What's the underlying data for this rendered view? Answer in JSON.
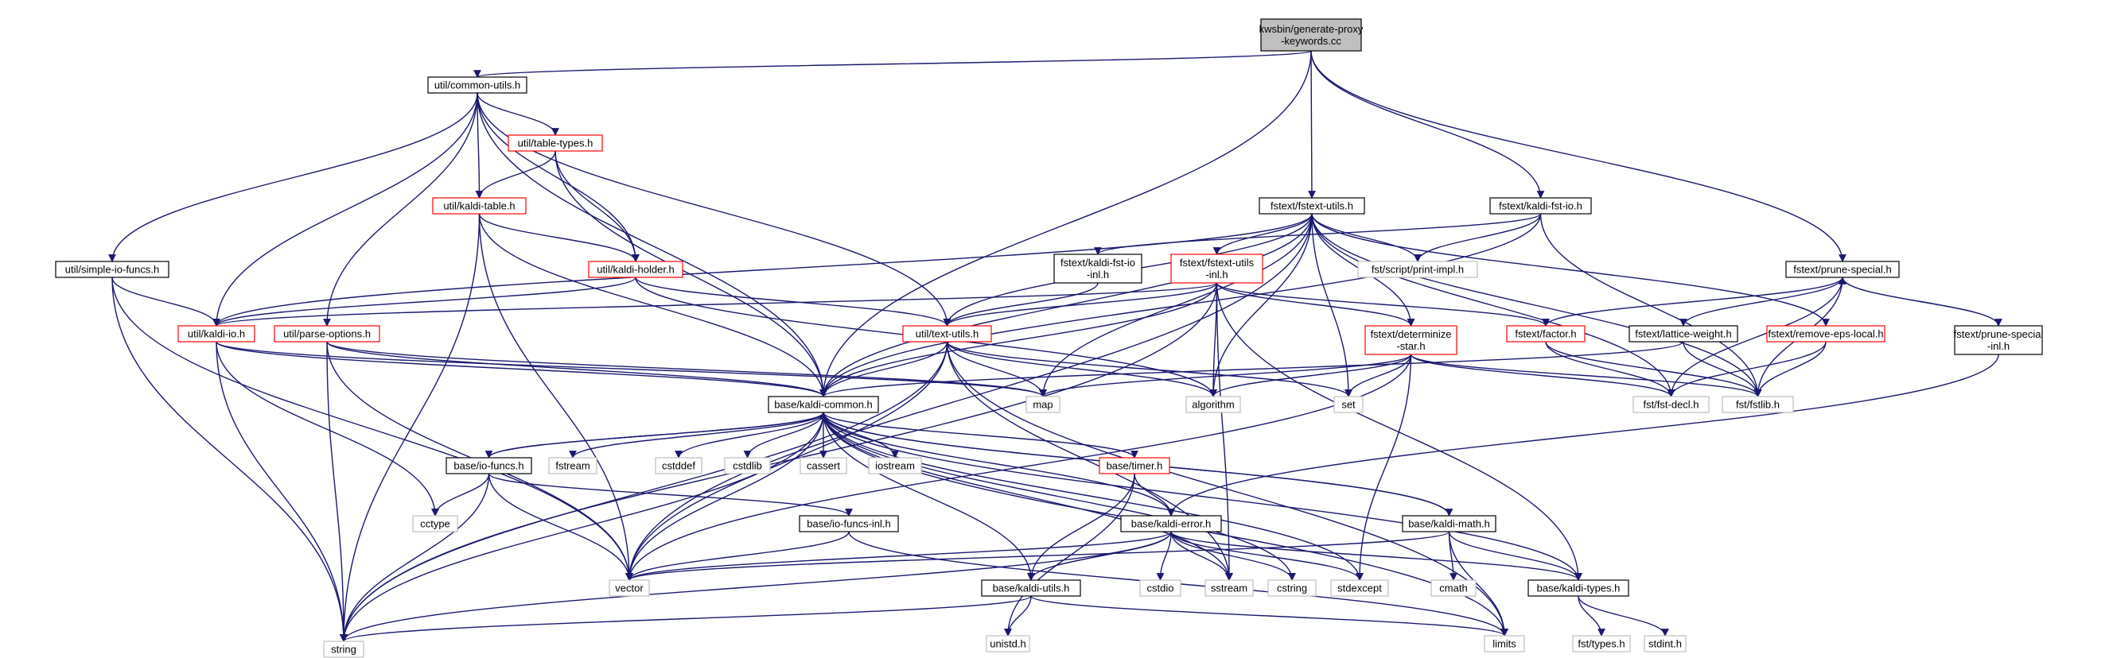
{
  "colors": {
    "edge": "#191970",
    "normal_border": "#000000",
    "red_border": "#ff0000",
    "external_border": "#bfbfbf",
    "root_fill": "#bfbfbf"
  },
  "nodes": {
    "root": {
      "lines": [
        "kwsbin/generate-proxy",
        "-keywords.cc"
      ],
      "kind": "root"
    },
    "common_utils": {
      "lines": [
        "util/common-utils.h"
      ],
      "kind": "normal"
    },
    "table_types": {
      "lines": [
        "util/table-types.h"
      ],
      "kind": "red"
    },
    "kaldi_table": {
      "lines": [
        "util/kaldi-table.h"
      ],
      "kind": "red"
    },
    "simple_io_funcs": {
      "lines": [
        "util/simple-io-funcs.h"
      ],
      "kind": "normal"
    },
    "kaldi_holder": {
      "lines": [
        "util/kaldi-holder.h"
      ],
      "kind": "red"
    },
    "kaldi_io": {
      "lines": [
        "util/kaldi-io.h"
      ],
      "kind": "red"
    },
    "parse_options": {
      "lines": [
        "util/parse-options.h"
      ],
      "kind": "red"
    },
    "text_utils": {
      "lines": [
        "util/text-utils.h"
      ],
      "kind": "red"
    },
    "fstext_utils": {
      "lines": [
        "fstext/fstext-utils.h"
      ],
      "kind": "normal"
    },
    "kaldi_fst_io": {
      "lines": [
        "fstext/kaldi-fst-io.h"
      ],
      "kind": "normal"
    },
    "kaldi_fst_io_inl": {
      "lines": [
        "fstext/kaldi-fst-io",
        "-inl.h"
      ],
      "kind": "normal"
    },
    "fstext_utils_inl": {
      "lines": [
        "fstext/fstext-utils",
        "-inl.h"
      ],
      "kind": "red"
    },
    "print_impl": {
      "lines": [
        "fst/script/print-impl.h"
      ],
      "kind": "external"
    },
    "prune_special": {
      "lines": [
        "fstext/prune-special.h"
      ],
      "kind": "normal"
    },
    "prune_special_inl": {
      "lines": [
        "fstext/prune-special",
        "-inl.h"
      ],
      "kind": "normal"
    },
    "determinize_star": {
      "lines": [
        "fstext/determinize",
        "-star.h"
      ],
      "kind": "red"
    },
    "factor": {
      "lines": [
        "fstext/factor.h"
      ],
      "kind": "red"
    },
    "lattice_weight": {
      "lines": [
        "fstext/lattice-weight.h"
      ],
      "kind": "normal"
    },
    "remove_eps_local": {
      "lines": [
        "fstext/remove-eps-local.h"
      ],
      "kind": "red"
    },
    "fst_decl": {
      "lines": [
        "fst/fst-decl.h"
      ],
      "kind": "external"
    },
    "fstlib": {
      "lines": [
        "fst/fstlib.h"
      ],
      "kind": "external"
    },
    "map": {
      "lines": [
        "map"
      ],
      "kind": "external"
    },
    "algorithm": {
      "lines": [
        "algorithm"
      ],
      "kind": "external"
    },
    "set": {
      "lines": [
        "set"
      ],
      "kind": "external"
    },
    "kaldi_common": {
      "lines": [
        "base/kaldi-common.h"
      ],
      "kind": "normal"
    },
    "io_funcs": {
      "lines": [
        "base/io-funcs.h"
      ],
      "kind": "normal"
    },
    "fstream": {
      "lines": [
        "fstream"
      ],
      "kind": "external"
    },
    "cstddef": {
      "lines": [
        "cstddef"
      ],
      "kind": "external"
    },
    "cstdlib": {
      "lines": [
        "cstdlib"
      ],
      "kind": "external"
    },
    "cassert": {
      "lines": [
        "cassert"
      ],
      "kind": "external"
    },
    "iostream": {
      "lines": [
        "iostream"
      ],
      "kind": "external"
    },
    "timer": {
      "lines": [
        "base/timer.h"
      ],
      "kind": "red"
    },
    "cctype": {
      "lines": [
        "cctype"
      ],
      "kind": "external"
    },
    "io_funcs_inl": {
      "lines": [
        "base/io-funcs-inl.h"
      ],
      "kind": "normal"
    },
    "kaldi_error": {
      "lines": [
        "base/kaldi-error.h"
      ],
      "kind": "normal"
    },
    "kaldi_math": {
      "lines": [
        "base/kaldi-math.h"
      ],
      "kind": "normal"
    },
    "vector": {
      "lines": [
        "vector"
      ],
      "kind": "external"
    },
    "kaldi_utils": {
      "lines": [
        "base/kaldi-utils.h"
      ],
      "kind": "normal"
    },
    "cstdio": {
      "lines": [
        "cstdio"
      ],
      "kind": "external"
    },
    "sstream": {
      "lines": [
        "sstream"
      ],
      "kind": "external"
    },
    "cstring": {
      "lines": [
        "cstring"
      ],
      "kind": "external"
    },
    "stdexcept": {
      "lines": [
        "stdexcept"
      ],
      "kind": "external"
    },
    "cmath": {
      "lines": [
        "cmath"
      ],
      "kind": "external"
    },
    "kaldi_types": {
      "lines": [
        "base/kaldi-types.h"
      ],
      "kind": "normal"
    },
    "string": {
      "lines": [
        "string"
      ],
      "kind": "external"
    },
    "unistd": {
      "lines": [
        "unistd.h"
      ],
      "kind": "external"
    },
    "limits": {
      "lines": [
        "limits"
      ],
      "kind": "external"
    },
    "fst_types": {
      "lines": [
        "fst/types.h"
      ],
      "kind": "external"
    },
    "stdint": {
      "lines": [
        "stdint.h"
      ],
      "kind": "external"
    }
  },
  "edges": [
    [
      "root",
      "common_utils"
    ],
    [
      "root",
      "kaldi_common"
    ],
    [
      "root",
      "fstext_utils"
    ],
    [
      "root",
      "kaldi_fst_io"
    ],
    [
      "root",
      "prune_special"
    ],
    [
      "common_utils",
      "simple_io_funcs"
    ],
    [
      "common_utils",
      "kaldi_io"
    ],
    [
      "common_utils",
      "parse_options"
    ],
    [
      "common_utils",
      "table_types"
    ],
    [
      "common_utils",
      "kaldi_table"
    ],
    [
      "common_utils",
      "kaldi_holder"
    ],
    [
      "common_utils",
      "text_utils"
    ],
    [
      "common_utils",
      "kaldi_common"
    ],
    [
      "table_types",
      "kaldi_table"
    ],
    [
      "table_types",
      "kaldi_holder"
    ],
    [
      "table_types",
      "kaldi_common"
    ],
    [
      "kaldi_table",
      "kaldi_holder"
    ],
    [
      "kaldi_table",
      "kaldi_common"
    ],
    [
      "kaldi_table",
      "string"
    ],
    [
      "kaldi_table",
      "vector"
    ],
    [
      "simple_io_funcs",
      "kaldi_io"
    ],
    [
      "simple_io_funcs",
      "string"
    ],
    [
      "simple_io_funcs",
      "vector"
    ],
    [
      "kaldi_holder",
      "kaldi_io"
    ],
    [
      "kaldi_holder",
      "text_utils"
    ],
    [
      "kaldi_holder",
      "algorithm"
    ],
    [
      "kaldi_io",
      "kaldi_common"
    ],
    [
      "kaldi_io",
      "map"
    ],
    [
      "kaldi_io",
      "string"
    ],
    [
      "kaldi_io",
      "cctype"
    ],
    [
      "parse_options",
      "kaldi_common"
    ],
    [
      "parse_options",
      "map"
    ],
    [
      "parse_options",
      "string"
    ],
    [
      "parse_options",
      "vector"
    ],
    [
      "text_utils",
      "kaldi_common"
    ],
    [
      "text_utils",
      "map"
    ],
    [
      "text_utils",
      "set"
    ],
    [
      "text_utils",
      "algorithm"
    ],
    [
      "text_utils",
      "string"
    ],
    [
      "text_utils",
      "vector"
    ],
    [
      "text_utils",
      "sstream"
    ],
    [
      "text_utils",
      "limits"
    ],
    [
      "fstext_utils",
      "kaldi_common"
    ],
    [
      "fstext_utils",
      "text_utils"
    ],
    [
      "fstext_utils",
      "fstext_utils_inl"
    ],
    [
      "fstext_utils",
      "determinize_star"
    ],
    [
      "fstext_utils",
      "remove_eps_local"
    ],
    [
      "fstext_utils",
      "print_impl"
    ],
    [
      "fstext_utils",
      "fst_decl"
    ],
    [
      "fstext_utils",
      "fstlib"
    ],
    [
      "fstext_utils",
      "map"
    ],
    [
      "fstext_utils",
      "set"
    ],
    [
      "fstext_utils",
      "algorithm"
    ],
    [
      "fstext_utils",
      "vector"
    ],
    [
      "fstext_utils",
      "kaldi_io"
    ],
    [
      "kaldi_fst_io",
      "kaldi_fst_io_inl"
    ],
    [
      "kaldi_fst_io",
      "print_impl"
    ],
    [
      "kaldi_fst_io",
      "fstlib"
    ],
    [
      "kaldi_fst_io",
      "kaldi_common"
    ],
    [
      "kaldi_fst_io_inl",
      "text_utils"
    ],
    [
      "fstext_utils_inl",
      "kaldi_common"
    ],
    [
      "fstext_utils_inl",
      "text_utils"
    ],
    [
      "fstext_utils_inl",
      "determinize_star"
    ],
    [
      "fstext_utils_inl",
      "factor"
    ],
    [
      "fstext_utils_inl",
      "kaldi_io"
    ],
    [
      "fstext_utils_inl",
      "algorithm"
    ],
    [
      "fstext_utils_inl",
      "string"
    ],
    [
      "fstext_utils_inl",
      "sstream"
    ],
    [
      "fstext_utils_inl",
      "kaldi_types"
    ],
    [
      "prune_special",
      "factor"
    ],
    [
      "prune_special",
      "lattice_weight"
    ],
    [
      "prune_special",
      "prune_special_inl"
    ],
    [
      "prune_special",
      "fst_decl"
    ],
    [
      "prune_special",
      "fstlib"
    ],
    [
      "prune_special_inl",
      "prune_special"
    ],
    [
      "prune_special_inl",
      "kaldi_error"
    ],
    [
      "determinize_star",
      "fst_decl"
    ],
    [
      "determinize_star",
      "fstlib"
    ],
    [
      "determinize_star",
      "map"
    ],
    [
      "determinize_star",
      "set"
    ],
    [
      "determinize_star",
      "algorithm"
    ],
    [
      "determinize_star",
      "vector"
    ],
    [
      "determinize_star",
      "stdexcept"
    ],
    [
      "factor",
      "fst_decl"
    ],
    [
      "factor",
      "fstlib"
    ],
    [
      "lattice_weight",
      "fstlib"
    ],
    [
      "lattice_weight",
      "kaldi_common"
    ],
    [
      "remove_eps_local",
      "fst_decl"
    ],
    [
      "remove_eps_local",
      "fstlib"
    ],
    [
      "kaldi_common",
      "io_funcs"
    ],
    [
      "kaldi_common",
      "fstream"
    ],
    [
      "kaldi_common",
      "cstddef"
    ],
    [
      "kaldi_common",
      "cstdlib"
    ],
    [
      "kaldi_common",
      "cassert"
    ],
    [
      "kaldi_common",
      "iostream"
    ],
    [
      "kaldi_common",
      "timer"
    ],
    [
      "kaldi_common",
      "kaldi_error"
    ],
    [
      "kaldi_common",
      "kaldi_math"
    ],
    [
      "kaldi_common",
      "kaldi_utils"
    ],
    [
      "kaldi_common",
      "kaldi_types"
    ],
    [
      "kaldi_common",
      "string"
    ],
    [
      "kaldi_common",
      "vector"
    ],
    [
      "kaldi_common",
      "sstream"
    ],
    [
      "kaldi_common",
      "cstring"
    ],
    [
      "kaldi_common",
      "stdexcept"
    ],
    [
      "kaldi_common",
      "limits"
    ],
    [
      "io_funcs",
      "kaldi_common"
    ],
    [
      "io_funcs",
      "io_funcs_inl"
    ],
    [
      "io_funcs",
      "cctype"
    ],
    [
      "io_funcs",
      "string"
    ],
    [
      "io_funcs",
      "vector"
    ],
    [
      "io_funcs_inl",
      "vector"
    ],
    [
      "io_funcs_inl",
      "limits"
    ],
    [
      "timer",
      "kaldi_error"
    ],
    [
      "timer",
      "kaldi_utils"
    ],
    [
      "timer",
      "unistd"
    ],
    [
      "kaldi_error",
      "kaldi_types"
    ],
    [
      "kaldi_error",
      "kaldi_utils"
    ],
    [
      "kaldi_error",
      "vector"
    ],
    [
      "kaldi_error",
      "string"
    ],
    [
      "kaldi_error",
      "cstdio"
    ],
    [
      "kaldi_error",
      "sstream"
    ],
    [
      "kaldi_error",
      "cstring"
    ],
    [
      "kaldi_error",
      "stdexcept"
    ],
    [
      "kaldi_math",
      "kaldi_common"
    ],
    [
      "kaldi_math",
      "kaldi_types"
    ],
    [
      "kaldi_math",
      "vector"
    ],
    [
      "kaldi_math",
      "cmath"
    ],
    [
      "kaldi_math",
      "limits"
    ],
    [
      "kaldi_utils",
      "string"
    ],
    [
      "kaldi_utils",
      "unistd"
    ],
    [
      "kaldi_utils",
      "limits"
    ],
    [
      "kaldi_types",
      "fst_types"
    ],
    [
      "kaldi_types",
      "stdint"
    ]
  ]
}
